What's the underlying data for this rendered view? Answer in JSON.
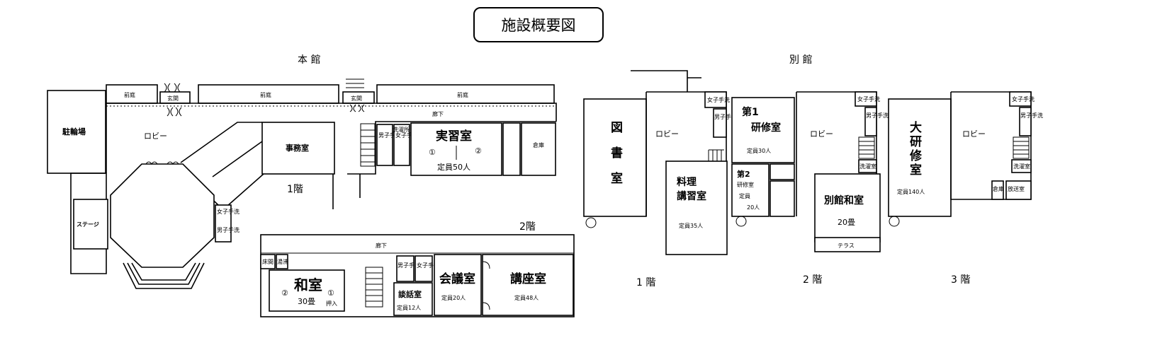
{
  "title": "施設概要図",
  "honkan": {
    "heading": "本 館",
    "floor1": "1階",
    "floor2": "2階",
    "rooms": {
      "parking": "駐輪場",
      "lobby": "ロビー",
      "office": "事務室",
      "stage": "ステージ",
      "jisshu": "実習室",
      "jisshu_cap": "定員50人",
      "jisshu_1": "①",
      "jisshu_2": "②",
      "storage": "倉庫",
      "womens_wc": "女子手洗",
      "mens_wc": "男子手洗",
      "washing": "洗濯所",
      "corridor": "廊下",
      "corridor_2f": "廊下",
      "niwa_l": "前庭",
      "niwa_m": "前庭",
      "niwa_r": "前庭",
      "entrance_l": "玄関",
      "entrance_r": "玄関",
      "washitsu": "和室",
      "washitsu_cap": "30畳",
      "washitsu_1": "①",
      "washitsu_2": "②",
      "tokonoma": "床間",
      "kutsu": "湯沸",
      "kaigi": "会議室",
      "kaigi_cap": "定員20人",
      "danwa": "談話室",
      "danwa_cap": "定員12人",
      "koza": "講座室",
      "koza_cap": "定員48人",
      "oshiire": "押入"
    }
  },
  "bekkan": {
    "heading": "別 館",
    "floor1_label": "1 階",
    "floor2_label": "2 階",
    "floor3_label": "3 階",
    "f1": {
      "library": [
        "図",
        "書",
        "室"
      ],
      "lobby": "ロビー",
      "cooking": [
        "料理",
        "講習室"
      ],
      "cooking_cap": "定員35人",
      "wc_f": "女子手洗",
      "wc_m": "男子手洗"
    },
    "f2": {
      "kenshu1": [
        "第1",
        "研修室"
      ],
      "kenshu1_cap": "定員30人",
      "kenshu2": [
        "第2",
        "研修室",
        "定員",
        "20人"
      ],
      "lobby": "ロビー",
      "washitsu": "別館和室",
      "washitsu_cap": "20畳",
      "terrace": "テラス",
      "wc_f": "女子手洗",
      "wc_m": "男子手洗",
      "washing": "洗濯室"
    },
    "f3": {
      "daikenshu": [
        "大",
        "研",
        "修",
        "室"
      ],
      "daikenshu_cap": "定員140人",
      "lobby": "ロビー",
      "wc_f": "女子手洗",
      "wc_m": "男子手洗",
      "washing": "洗濯室",
      "storage": "倉庫",
      "hoso": "放送室"
    }
  }
}
